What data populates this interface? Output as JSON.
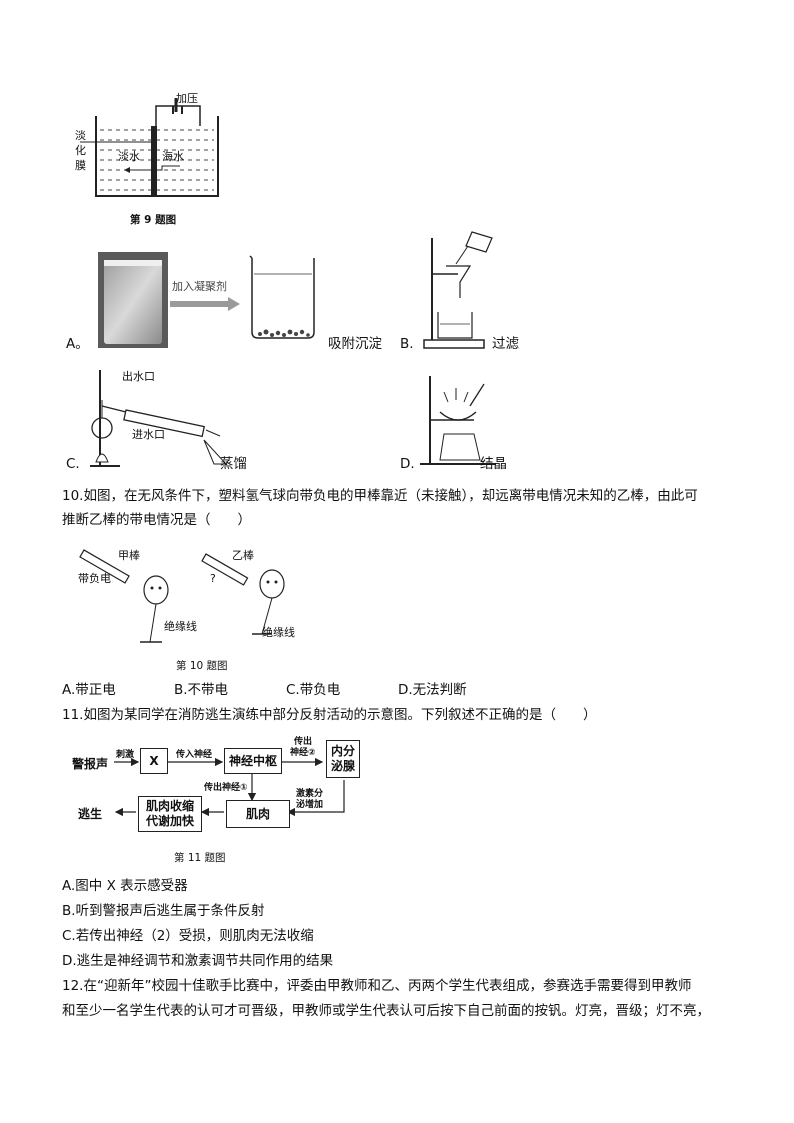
{
  "fig9": {
    "pressure_label": "加压",
    "membrane_label": "淡化膜",
    "fresh_water": "淡水",
    "sea_water": "海水",
    "caption": "第 9 题图"
  },
  "q9_options": {
    "a_letter": "A。",
    "a_arrow_text": "加入凝聚剂",
    "a_text": "吸附沉淀",
    "b_letter": "B.",
    "b_text": "过滤",
    "c_letter": "C.",
    "c_outlet": "出水口",
    "c_inlet": "进水口",
    "c_text": "蒸馏",
    "d_letter": "D.",
    "d_text": "结晶"
  },
  "q10": {
    "stem_line1": "10.如图，在无风条件下，塑料氢气球向带负电的甲棒靠近（未接触），却远离带电情况未知的乙棒，由此可",
    "stem_line2": "推断乙棒的带电情况是（　　）",
    "fig_rod_a": "甲棒",
    "fig_neg": "带负电",
    "fig_rod_b": "乙棒",
    "fig_q": "?",
    "fig_insul_1": "绝缘线",
    "fig_insul_2": "绝缘线",
    "caption": "第 10 题图",
    "options": [
      "A.带正电",
      "B.不带电",
      "C.带负电",
      "D.无法判断"
    ]
  },
  "q11": {
    "stem": "11.如图为某同学在消防逃生演练中部分反射活动的示意图。下列叙述不正确的是（　　）",
    "nodes": {
      "alarm": "警报声",
      "stimulus": "刺激",
      "x": "X",
      "afferent": "传入神经",
      "center": "神经中枢",
      "efferent2_a": "传出",
      "efferent2_b": "神经②",
      "gland_a": "内分",
      "gland_b": "泌腺",
      "efferent1": "传出神经①",
      "hormone_a": "激素分",
      "hormone_b": "泌增加",
      "muscle": "肌肉",
      "result_a": "肌肉收缩",
      "result_b": "代谢加快",
      "escape": "逃生"
    },
    "caption": "第 11 题图",
    "options": [
      "A.图中 X 表示感受器",
      "B.听到警报声后逃生属于条件反射",
      "C.若传出神经（2）受损，则肌肉无法收缩",
      "D.逃生是神经调节和激素调节共同作用的结果"
    ]
  },
  "q12": {
    "line1": "12.在“迎新年”校园十佳歌手比赛中，评委由甲教师和乙、丙两个学生代表组成，参赛选手需要得到甲教师",
    "line2": "和至少一名学生代表的认可才可晋级，甲教师或学生代表认可后按下自己前面的按钒。灯亮，晋级；灯不亮，"
  }
}
